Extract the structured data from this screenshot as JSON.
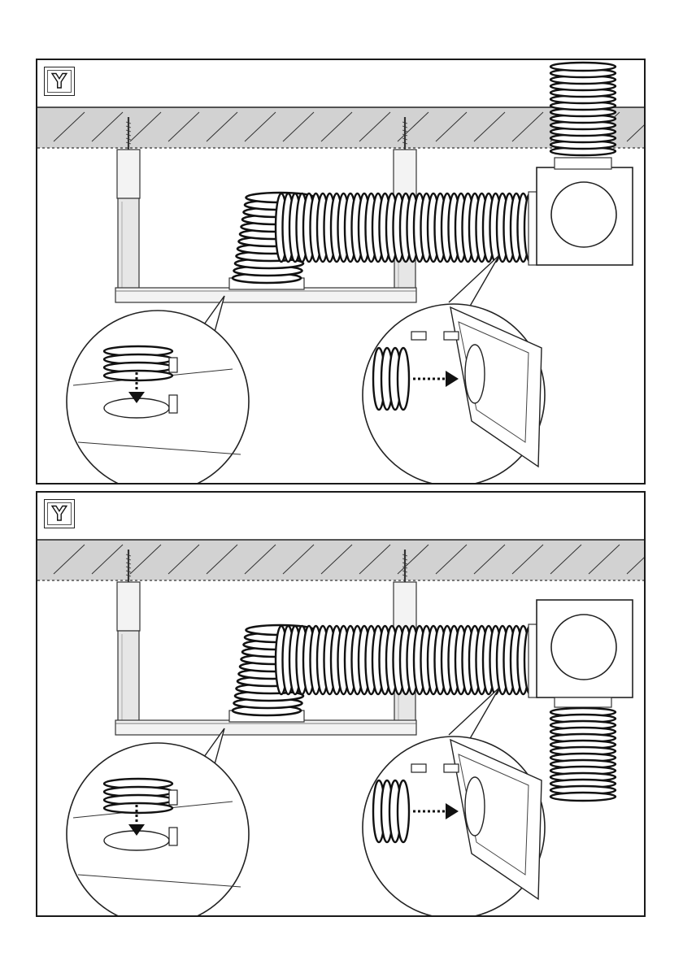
{
  "panels": [
    {
      "id": "top",
      "badge": "Y",
      "outlet": "up"
    },
    {
      "id": "bottom",
      "badge": "Y",
      "outlet": "down"
    }
  ]
}
